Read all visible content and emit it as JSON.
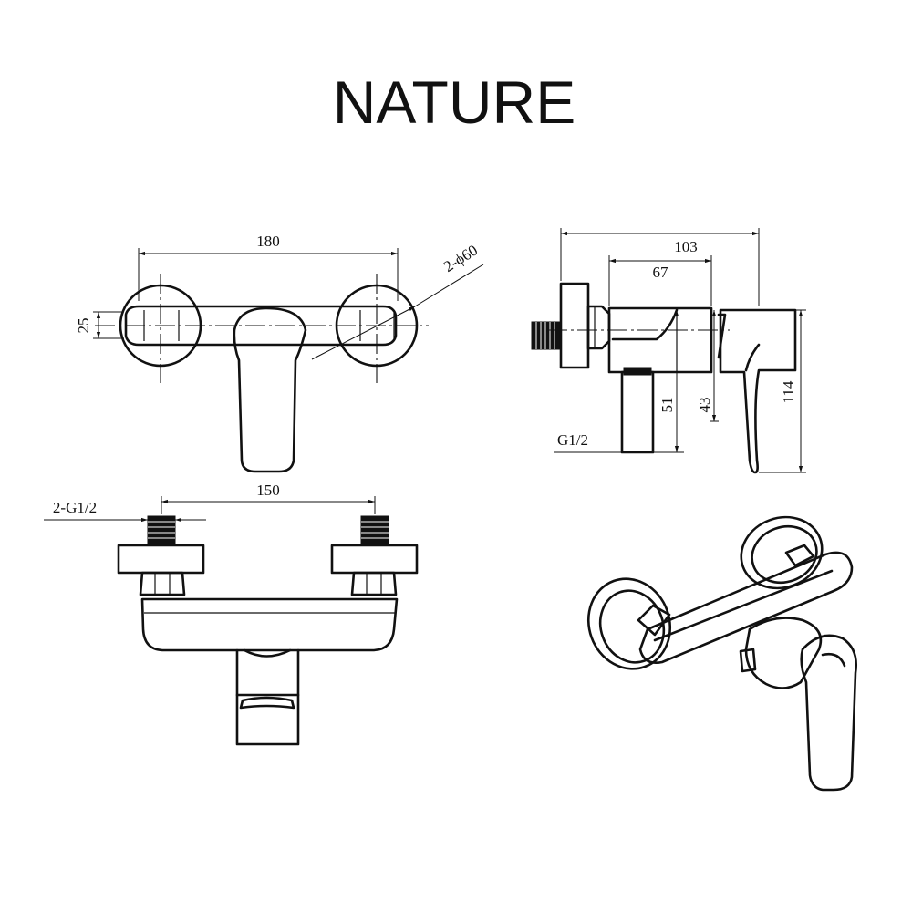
{
  "title": "NATURE",
  "dimensions": {
    "top_width": "180",
    "top_height": "25",
    "flange_diameter": "2-ϕ60",
    "side_depth": "103",
    "side_body": "67",
    "side_outlet_height": "51",
    "side_body_height": "43",
    "side_total_height": "114",
    "side_outlet_thread": "G1/2",
    "front_centers": "150",
    "front_inlet_thread": "2-G1/2"
  },
  "colors": {
    "line": "#111111",
    "background": "#ffffff"
  }
}
